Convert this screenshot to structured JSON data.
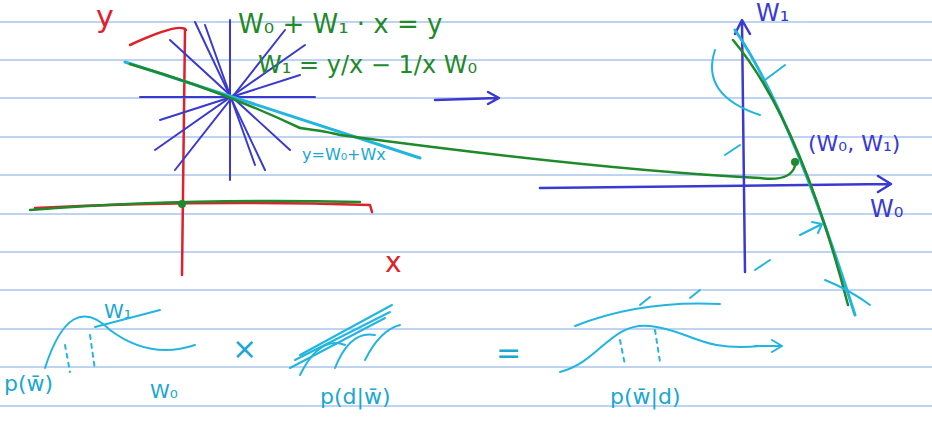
{
  "diagram": {
    "labels": [
      "y",
      "x",
      "W₀ + W₁ · x = y",
      "W₁ = y/x − 1/x W₀",
      "y=W₀+Wx",
      "W₁",
      "W₀",
      "(W₀, W₁)",
      "p(w̄)",
      "W₁",
      "W₀",
      "×",
      "p(d|w̄)",
      "=",
      "p(w̄|d)"
    ]
  }
}
